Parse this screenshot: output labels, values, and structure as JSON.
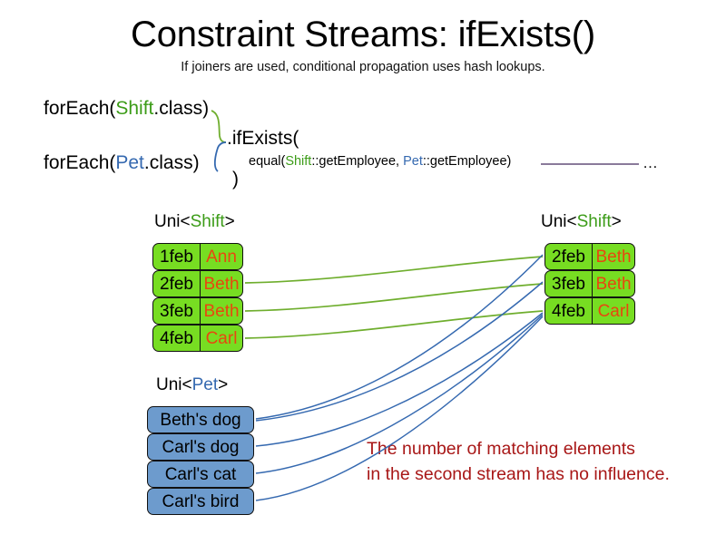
{
  "slide": {
    "title": "Constraint Streams: ifExists()",
    "subtitle": "If joiners are used, conditional propagation uses hash lookups.",
    "background_color": "#ffffff"
  },
  "colors": {
    "shift_green": "#3c9c18",
    "pet_blue": "#3569b0",
    "box_green_fill": "#77dd22",
    "box_blue_fill": "#6d9bcd",
    "value_orange": "#e8470f",
    "annotation_red": "#a81717",
    "edge_green": "#6fae2e",
    "edge_blue": "#3569b0",
    "rule_purple": "#8a7a9a"
  },
  "code": {
    "foreach_shift": {
      "prefix": "forEach(",
      "type": "Shift",
      "suffix": ".class)"
    },
    "foreach_pet": {
      "prefix": "forEach(",
      "type": "Pet",
      "suffix": ".class)"
    },
    "if_exists": ".ifExists(",
    "close_paren": ")",
    "equal": {
      "prefix": "equal(",
      "first_type": "Shift",
      "first_method": "::getEmployee, ",
      "second_type": "Pet",
      "second_method": "::getEmployee)"
    },
    "ellipsis": "…"
  },
  "streams": {
    "left_shift": {
      "label_prefix": "Uni<",
      "label_type": "Shift",
      "label_suffix": ">",
      "rows": [
        {
          "key": "1feb",
          "value": "Ann"
        },
        {
          "key": "2feb",
          "value": "Beth"
        },
        {
          "key": "3feb",
          "value": "Beth"
        },
        {
          "key": "4feb",
          "value": "Carl"
        }
      ]
    },
    "right_shift": {
      "label_prefix": "Uni<",
      "label_type": "Shift",
      "label_suffix": ">",
      "rows": [
        {
          "key": "2feb",
          "value": "Beth"
        },
        {
          "key": "3feb",
          "value": "Beth"
        },
        {
          "key": "4feb",
          "value": "Carl"
        }
      ]
    },
    "pet": {
      "label_prefix": "Uni<",
      "label_type": "Pet",
      "label_suffix": ">",
      "rows": [
        {
          "value": "Beth's dog"
        },
        {
          "value": "Carl's dog"
        },
        {
          "value": "Carl's cat"
        },
        {
          "value": "Carl's bird"
        }
      ]
    }
  },
  "annotation": {
    "line1": "The number of matching elements",
    "line2": "in the second stream has no influence."
  }
}
